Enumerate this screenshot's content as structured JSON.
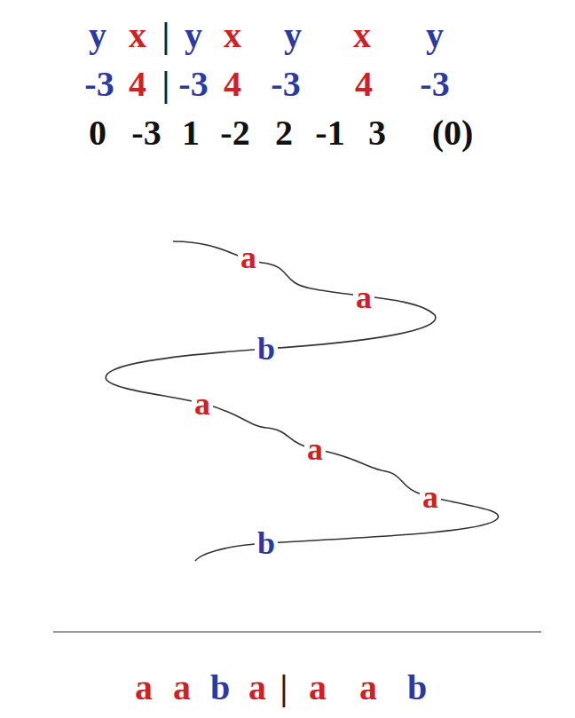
{
  "diagram": {
    "labels": [
      "y",
      "x",
      "|",
      "y",
      "x",
      "y",
      "x",
      "y",
      "-3",
      "4",
      "|",
      "-3",
      "4",
      "-3",
      "4",
      "-3",
      "0",
      "-3",
      "1",
      "-2",
      "2",
      "-1",
      "3",
      "(0)",
      "a",
      "a",
      "b",
      "a",
      "a",
      "a",
      "b",
      "a",
      "a",
      "b",
      "a",
      "|",
      "a",
      "a",
      "b"
    ]
  }
}
